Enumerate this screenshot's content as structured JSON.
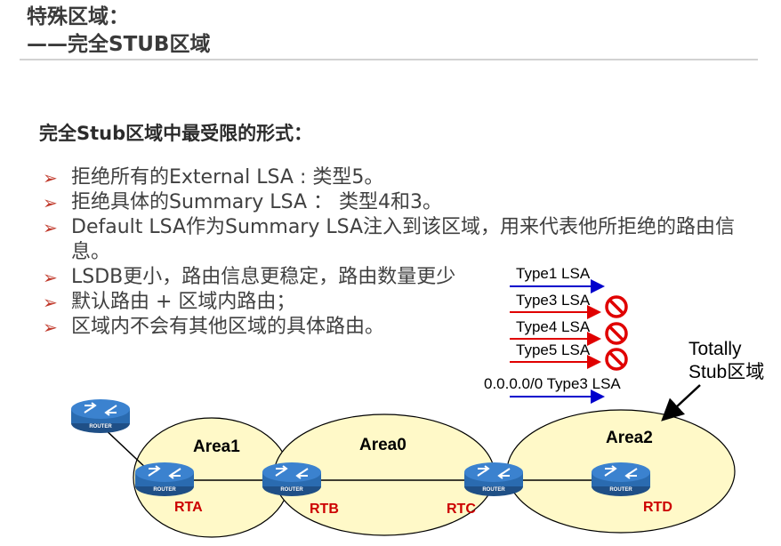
{
  "title": {
    "line1": "特殊区域：",
    "line2": "——完全STUB区域"
  },
  "subtitle": "完全Stub区域中最受限的形式：",
  "bullets": [
    "拒绝所有的External LSA : 类型5。",
    "拒绝具体的Summary LSA ： 类型4和3。",
    "Default LSA作为Summary LSA注入到该区域，用来代表他所拒绝的路由信息。",
    "LSDB更小，路由信息更稳定，路由数量更少",
    "默认路由 + 区域内路由；",
    "区域内不会有其他区域的具体路由。"
  ],
  "lsa_list": [
    {
      "label": "Type1 LSA",
      "arrow_color": "#0000cc",
      "blocked": false
    },
    {
      "label": "Type3 LSA",
      "arrow_color": "#e00000",
      "blocked": true
    },
    {
      "label": "Type4 LSA",
      "arrow_color": "#e00000",
      "blocked": true
    },
    {
      "label": "Type5 LSA",
      "arrow_color": "#e00000",
      "blocked": true
    },
    {
      "label": "0.0.0.0/0 Type3 LSA",
      "arrow_color": "#0000cc",
      "blocked": false
    }
  ],
  "stub_label": {
    "line1": "Totally",
    "line2": "Stub区域"
  },
  "areas": {
    "area1": "Area1",
    "area0": "Area0",
    "area2": "Area2"
  },
  "routers": {
    "rta": "RTA",
    "rtb": "RTB",
    "rtc": "RTC",
    "rtd": "RTD",
    "icon_text": "ROUTER"
  },
  "colors": {
    "area_fill": "#fff9c8",
    "router_blue": "#2f6fb5",
    "router_label": "#cc0000",
    "bullet_arrow": "#c0392b"
  }
}
